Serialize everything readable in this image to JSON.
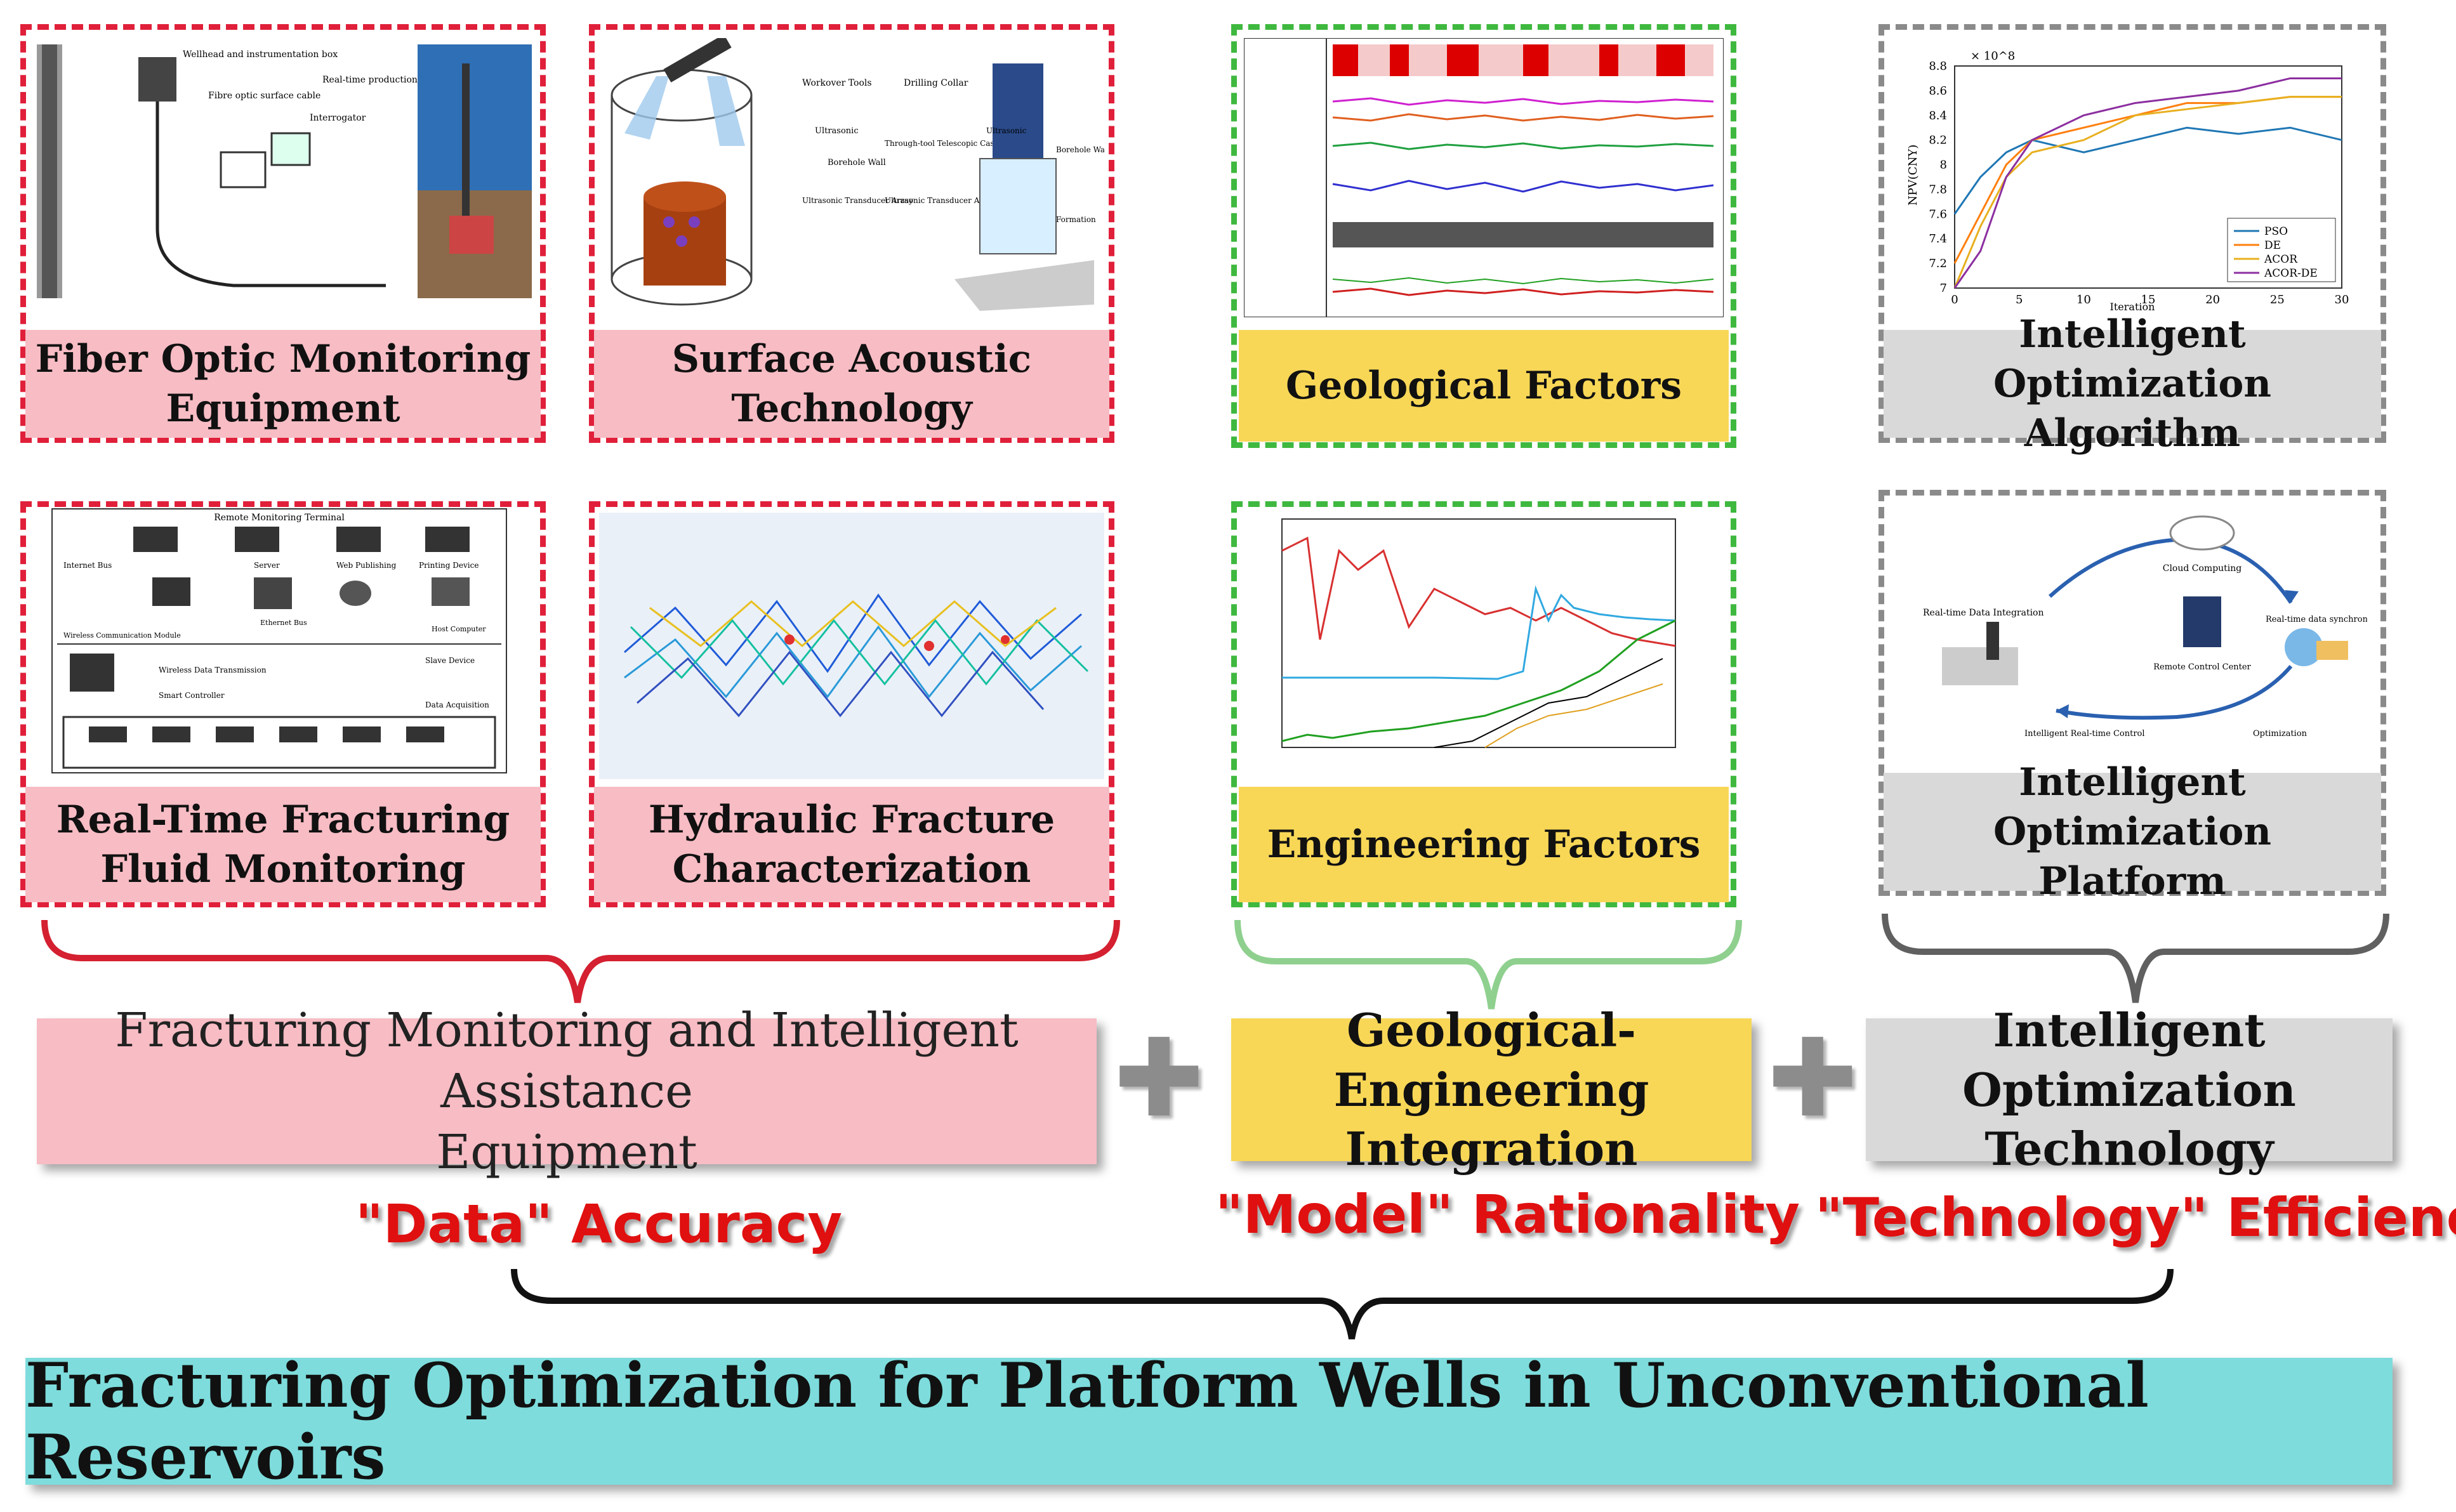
{
  "panels": {
    "fiber_optic": "Fiber Optic Monitoring\nEquipment",
    "surface_acoustic": "Surface Acoustic\nTechnology",
    "geological": "Geological Factors",
    "algorithm": "Intelligent Optimization\nAlgorithm",
    "realtime_fluid": "Real-Time Fracturing\nFluid Monitoring",
    "hydraulic_fracture": "Hydraulic Fracture\nCharacterization",
    "engineering": "Engineering Factors",
    "platform": "Intelligent Optimization\nPlatform"
  },
  "summaries": {
    "equipment": "Fracturing Monitoring and Intelligent Assistance\nEquipment",
    "integration": "Geological-Engineering\nIntegration",
    "technology": "Intelligent Optimization\nTechnology"
  },
  "quotes": {
    "data": "\"Data\" Accuracy",
    "model": "\"Model\" Rationality",
    "technology": "\"Technology\" Efficiency"
  },
  "final_title": "Fracturing Optimization for Platform Wells in Unconventional Reservoirs",
  "colors": {
    "red_dash": "#e0203a",
    "green_dash": "#3fb83f",
    "gray_dash": "#8a8a8a",
    "pink_fill": "#f7bcc4",
    "yellow_fill": "#f8d757",
    "gray_fill": "#d9d9d9",
    "cyan_fill": "#7edcdc",
    "quote_red": "#e01010"
  },
  "figures": {
    "fiber_optic_labels": [
      "Wellhead and instrumentation box",
      "Fibre optic surface cable",
      "Interrogator",
      "Real-time production data"
    ],
    "surface_acoustic_labels": [
      "Workover Tools",
      "Drilling Collar",
      "Ultrasonic",
      "Borehole Wall",
      "Ultrasonic Transducer Array",
      "Through-tool Telescopic Casing",
      "Ultrasonic Transducer Array",
      "Ultrasonic",
      "Borehole Wall",
      "Formation"
    ],
    "algorithm_chart": {
      "exponent_label": "× 10^8",
      "ylabel": "NPV(CNY)",
      "xlabel": "Iteration",
      "y_ticks": [
        "7",
        "7.2",
        "7.4",
        "7.6",
        "7.8",
        "8",
        "8.2",
        "8.4",
        "8.6",
        "8.8"
      ],
      "x_ticks": [
        "0",
        "5",
        "10",
        "15",
        "20",
        "25",
        "30"
      ],
      "legend": [
        "PSO",
        "DE",
        "ACOR",
        "ACOR-DE"
      ]
    },
    "realtime_fluid_labels": [
      "Remote Monitoring Terminal",
      "Internet Bus",
      "Server",
      "Web Publishing",
      "Printing Device",
      "Wireless Communication Module",
      "Ethernet Bus",
      "Host Computer",
      "Wireless Data Transmission",
      "Smart Controller",
      "Slave Device",
      "Data Acquisition"
    ],
    "platform_labels": [
      "Cloud Computing",
      "Real-time Data Integration",
      "Real-time data synchronization",
      "Remote Control Center",
      "Intelligent Real-time Control",
      "Optimization"
    ]
  }
}
